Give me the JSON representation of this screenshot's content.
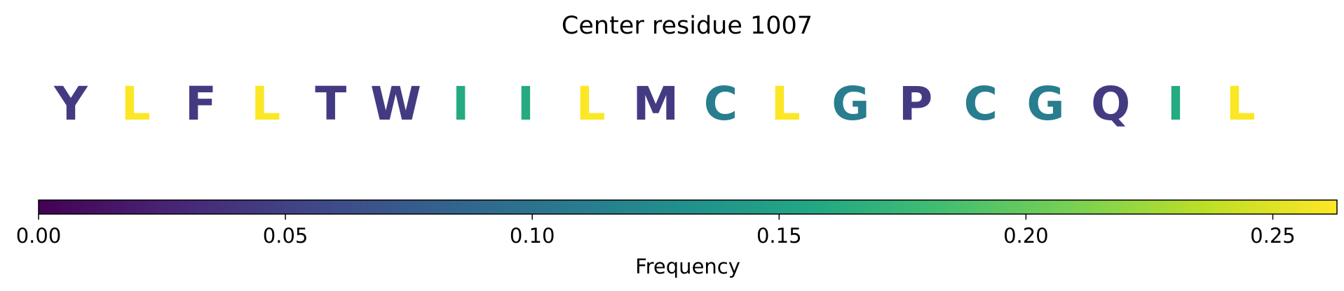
{
  "chart_data": {
    "type": "other",
    "title": "Center residue 1007",
    "residues": [
      {
        "letter": "Y",
        "frequency": 0.045
      },
      {
        "letter": "L",
        "frequency": 0.262
      },
      {
        "letter": "F",
        "frequency": 0.045
      },
      {
        "letter": "L",
        "frequency": 0.262
      },
      {
        "letter": "T",
        "frequency": 0.045
      },
      {
        "letter": "W",
        "frequency": 0.045
      },
      {
        "letter": "I",
        "frequency": 0.16
      },
      {
        "letter": "I",
        "frequency": 0.16
      },
      {
        "letter": "L",
        "frequency": 0.262
      },
      {
        "letter": "M",
        "frequency": 0.045
      },
      {
        "letter": "C",
        "frequency": 0.11
      },
      {
        "letter": "L",
        "frequency": 0.262
      },
      {
        "letter": "G",
        "frequency": 0.11
      },
      {
        "letter": "P",
        "frequency": 0.045
      },
      {
        "letter": "C",
        "frequency": 0.11
      },
      {
        "letter": "G",
        "frequency": 0.11
      },
      {
        "letter": "Q",
        "frequency": 0.045
      },
      {
        "letter": "I",
        "frequency": 0.16
      },
      {
        "letter": "L",
        "frequency": 0.262
      }
    ],
    "colorbar": {
      "label": "Frequency",
      "range": [
        0,
        0.263
      ],
      "ticks": [
        0.0,
        0.05,
        0.1,
        0.15,
        0.2,
        0.25
      ],
      "tick_labels": [
        "0.00",
        "0.05",
        "0.10",
        "0.15",
        "0.20",
        "0.25"
      ],
      "colormap": "viridis"
    }
  }
}
